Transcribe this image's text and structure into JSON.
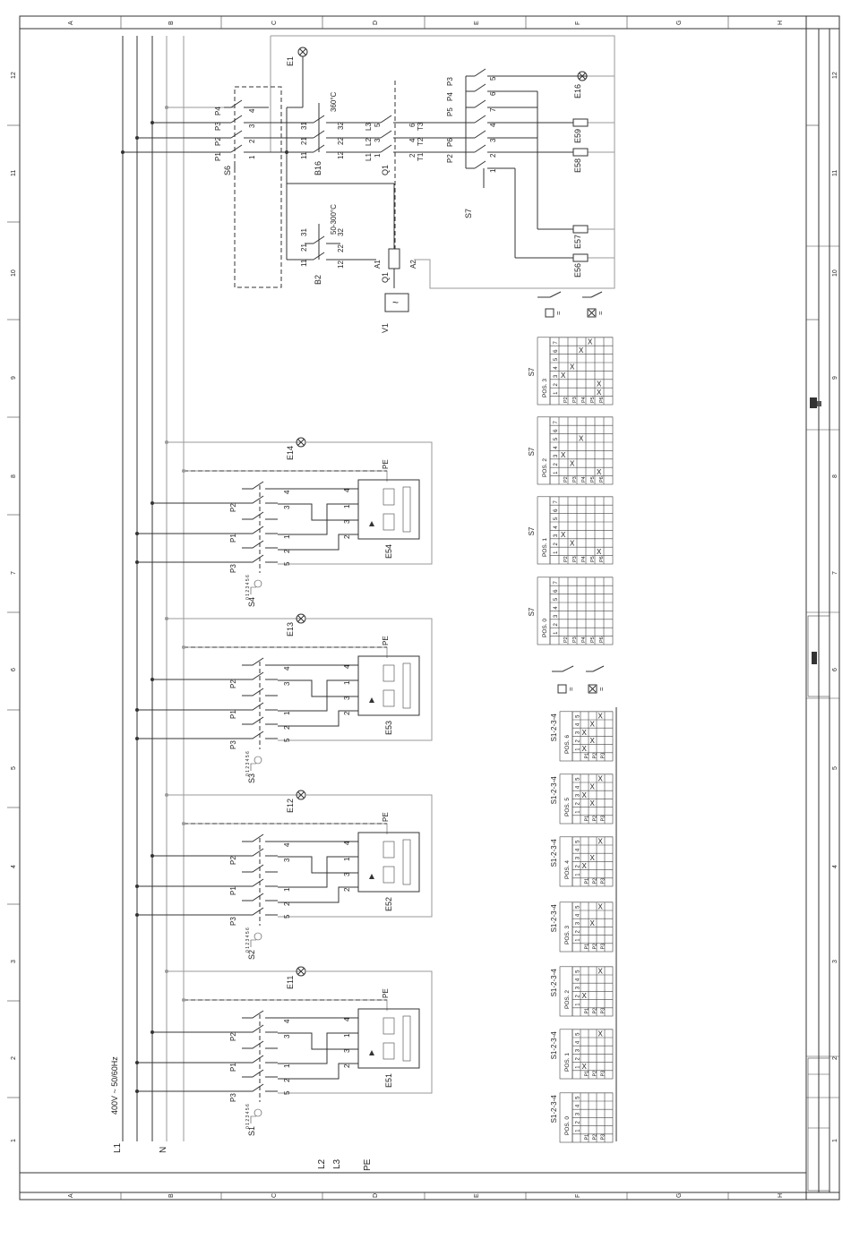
{
  "sheet": {
    "columns": [
      "A",
      "B",
      "C",
      "D",
      "E",
      "F",
      "G",
      "H"
    ],
    "rows": [
      "1",
      "2",
      "3",
      "4",
      "5",
      "6",
      "7",
      "8",
      "9",
      "10",
      "11",
      "12"
    ]
  },
  "supply": {
    "voltage": "400V ~ 50/60Hz",
    "lines_left": [
      "L1",
      "N"
    ],
    "lines_bottom": [
      "L2",
      "L3",
      "PE"
    ]
  },
  "main_switch": {
    "tag": "S6",
    "poles": [
      "P1",
      "P2",
      "P3",
      "P4"
    ],
    "terminals": [
      "1",
      "2",
      "3",
      "4"
    ]
  },
  "thermostat_b16": {
    "tag": "B16",
    "temp": "360°C",
    "terms": [
      "11",
      "12",
      "21",
      "22",
      "31",
      "32"
    ]
  },
  "thermostat_b2": {
    "tag": "B2",
    "temp": "50-300°C",
    "terms": [
      "11",
      "12",
      "21",
      "22",
      "31",
      "32"
    ]
  },
  "contactor_q1": {
    "tag": "Q1",
    "coil": [
      "A1",
      "A2"
    ],
    "phases": [
      "L1",
      "L2",
      "L3"
    ],
    "terms_top": [
      "1",
      "3",
      "5"
    ],
    "terms_bot": [
      "2",
      "4",
      "6"
    ],
    "out": [
      "T1",
      "T2",
      "T3"
    ]
  },
  "valve_v1": {
    "tag": "V1",
    "symbol": "~"
  },
  "lamp_e1": {
    "tag": "E1"
  },
  "selector_s7": {
    "tag": "S7",
    "poles": [
      "P2",
      "P6",
      "P5",
      "P4",
      "P3"
    ],
    "terms": [
      "1",
      "2",
      "3",
      "4",
      "5",
      "6",
      "7"
    ]
  },
  "loads_right": [
    "E16",
    "E59",
    "E58",
    "E57",
    "E56"
  ],
  "plates": [
    {
      "lamp": "E14",
      "switch": "S4",
      "element": "E54"
    },
    {
      "lamp": "E13",
      "switch": "S3",
      "element": "E53"
    },
    {
      "lamp": "E12",
      "switch": "S2",
      "element": "E52"
    },
    {
      "lamp": "E11",
      "switch": "S1",
      "element": "E51"
    }
  ],
  "plate_labels": {
    "pe": "PE",
    "poles": [
      "P2",
      "P1",
      "P3"
    ],
    "terms": [
      "1",
      "2",
      "3",
      "4",
      "5"
    ],
    "scale": "0 1 2 3 4 5 6"
  },
  "legend": {
    "eq": "="
  },
  "s7_tables": [
    {
      "title": "S7",
      "pos": "POS. 0",
      "cols": [
        "1",
        "2",
        "3",
        "4",
        "5",
        "6",
        "7"
      ],
      "rows": [
        "P2",
        "P3",
        "P4",
        "P5",
        "P6"
      ],
      "x": [
        [],
        [],
        [],
        [],
        []
      ]
    },
    {
      "title": "S7",
      "pos": "POS. 1",
      "cols": [
        "1",
        "2",
        "3",
        "4",
        "5",
        "6",
        "7"
      ],
      "rows": [
        "P2",
        "P3",
        "P4",
        "P5",
        "P6"
      ],
      "x": [
        [
          3
        ],
        [
          2
        ],
        [],
        [],
        [
          1
        ]
      ]
    },
    {
      "title": "S7",
      "pos": "POS. 2",
      "cols": [
        "1",
        "2",
        "3",
        "4",
        "5",
        "6",
        "7"
      ],
      "rows": [
        "P2",
        "P3",
        "P4",
        "P5",
        "P6"
      ],
      "x": [
        [
          3
        ],
        [
          2
        ],
        [
          5
        ],
        [],
        [
          1
        ]
      ]
    },
    {
      "title": "S7",
      "pos": "POS. 3",
      "cols": [
        "1",
        "2",
        "3",
        "4",
        "5",
        "6",
        "7"
      ],
      "rows": [
        "P2",
        "P3",
        "P4",
        "P5",
        "P6"
      ],
      "x": [
        [
          3
        ],
        [
          4
        ],
        [
          6
        ],
        [
          7
        ],
        [
          1,
          2
        ]
      ]
    }
  ],
  "s1_tables": [
    {
      "title": "S1-2-3-4",
      "pos": "POS. 6",
      "cols": [
        "1",
        "2",
        "3",
        "4",
        "5"
      ],
      "rows": [
        "P1",
        "P2",
        "P3"
      ],
      "x": [
        [
          1,
          3
        ],
        [
          2,
          4
        ],
        [
          5
        ]
      ]
    },
    {
      "title": "S1-2-3-4",
      "pos": "POS. 5",
      "cols": [
        "1",
        "2",
        "3",
        "4",
        "5"
      ],
      "rows": [
        "P1",
        "P2",
        "P3"
      ],
      "x": [
        [
          3
        ],
        [
          2,
          4
        ],
        [
          5
        ]
      ]
    },
    {
      "title": "S1-2-3-4",
      "pos": "POS. 4",
      "cols": [
        "1",
        "2",
        "3",
        "4",
        "5"
      ],
      "rows": [
        "P1",
        "P2",
        "P3"
      ],
      "x": [
        [
          2
        ],
        [
          3
        ],
        [
          5
        ]
      ]
    },
    {
      "title": "S1-2-3-4",
      "pos": "POS. 3",
      "cols": [
        "1",
        "2",
        "3",
        "4",
        "5"
      ],
      "rows": [
        "P1",
        "P2",
        "P3"
      ],
      "x": [
        [],
        [
          3
        ],
        [
          5
        ]
      ]
    },
    {
      "title": "S1-2-3-4",
      "pos": "POS. 2",
      "cols": [
        "1",
        "2",
        "3",
        "4",
        "5"
      ],
      "rows": [
        "P1",
        "P2",
        "P3"
      ],
      "x": [
        [
          2
        ],
        [],
        [
          5
        ]
      ]
    },
    {
      "title": "S1-2-3-4",
      "pos": "POS. 1",
      "cols": [
        "1",
        "2",
        "3",
        "4",
        "5"
      ],
      "rows": [
        "P1",
        "P2",
        "P3"
      ],
      "x": [
        [
          1
        ],
        [],
        [
          5
        ]
      ]
    },
    {
      "title": "S1-2-3-4",
      "pos": "POS. 0",
      "cols": [
        "1",
        "2",
        "3",
        "4",
        "5"
      ],
      "rows": [
        "P1",
        "P2",
        "P3"
      ],
      "x": [
        [],
        [],
        []
      ]
    }
  ]
}
